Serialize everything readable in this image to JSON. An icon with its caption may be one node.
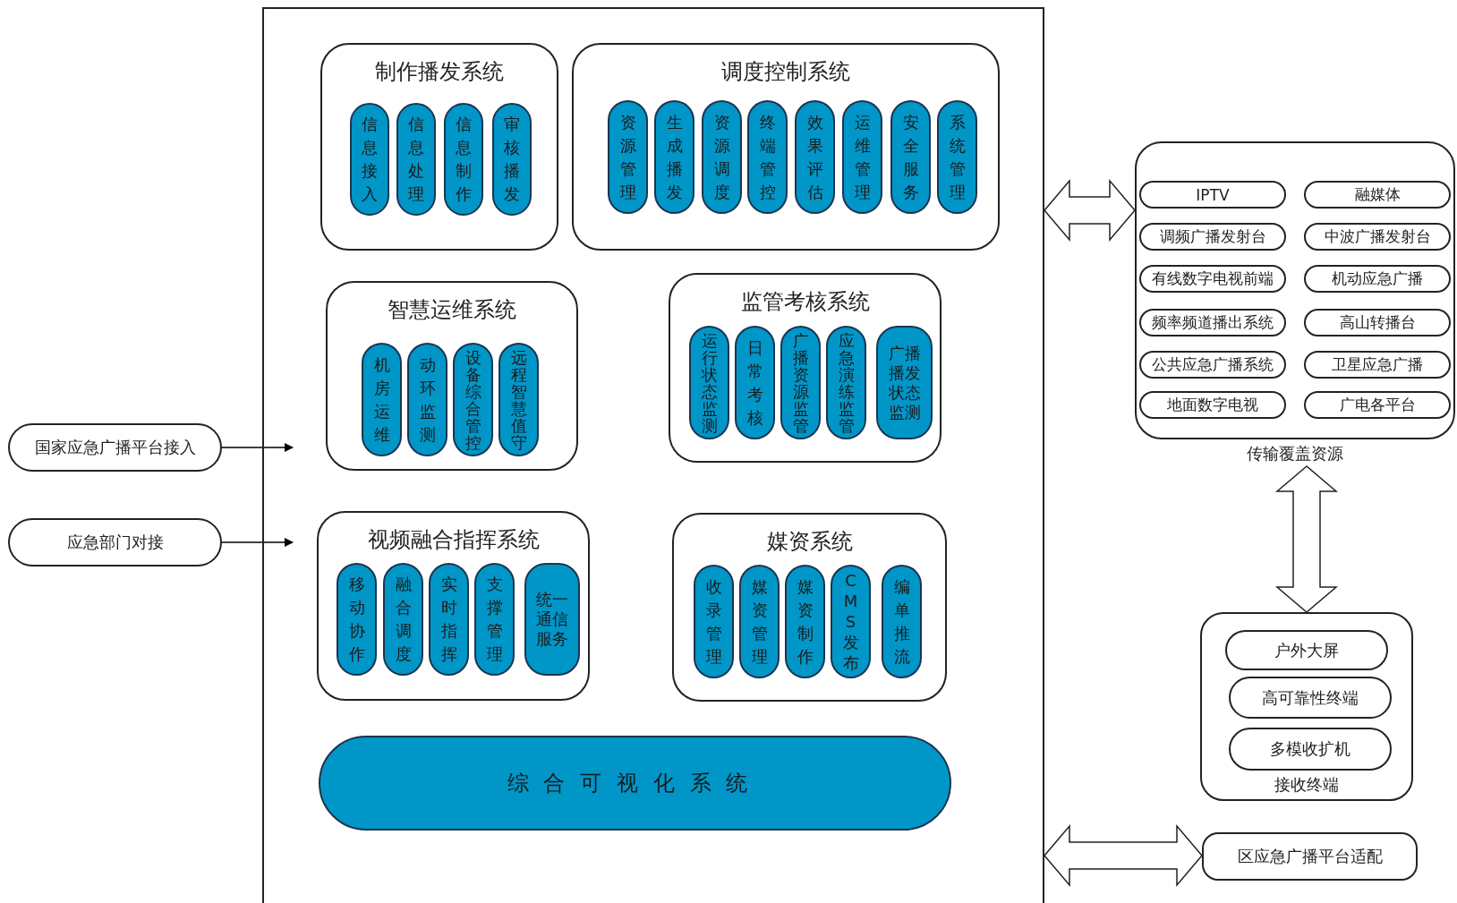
{
  "diagram": {
    "nodes": [
      {
        "text": [],
        "shape": "box"
      },
      {
        "text": [
          "制作播发系统"
        ],
        "in": 0
      },
      {
        "text": [
          "信息接入"
        ],
        "in": 1
      },
      {
        "text": [
          "信息处理"
        ],
        "in": 1
      },
      {
        "text": [
          "信息制作"
        ],
        "in": 1
      },
      {
        "text": [
          "审核播发"
        ],
        "in": 1
      },
      {
        "text": [
          "调度控制系统"
        ],
        "in": 0
      },
      {
        "text": [
          "资源管理"
        ],
        "in": 6
      },
      {
        "text": [
          "生成播发"
        ],
        "in": 6
      },
      {
        "text": [
          "资源调度"
        ],
        "in": 6
      },
      {
        "text": [
          "终端管控"
        ],
        "in": 6
      },
      {
        "text": [
          "效果评估"
        ],
        "in": 6
      },
      {
        "text": [
          "运维管理"
        ],
        "in": 6
      },
      {
        "text": [
          "安全服务"
        ],
        "in": 6
      },
      {
        "text": [
          "系统管理"
        ],
        "in": 6
      },
      {
        "text": [
          "智慧运维系统"
        ],
        "in": 0
      },
      {
        "text": [
          "机房运维"
        ],
        "in": 15
      },
      {
        "text": [
          "动环监测"
        ],
        "in": 15
      },
      {
        "text": [
          "设备综合管控"
        ],
        "in": 15
      },
      {
        "text": [
          "远程智慧值守"
        ],
        "in": 15
      },
      {
        "text": [
          "监管考核系统"
        ],
        "in": 0
      },
      {
        "text": [
          "运行状态监测"
        ],
        "in": 20
      },
      {
        "text": [
          "日常考核"
        ],
        "in": 20
      },
      {
        "text": [
          "广播资源监管"
        ],
        "in": 20
      },
      {
        "text": [
          "应急演练监管"
        ],
        "in": 20
      },
      {
        "text": [
          "广播播发状态监测"
        ],
        "in": 20
      },
      {
        "text": [
          "视频融合指挥系统"
        ],
        "in": 0
      },
      {
        "text": [
          "移动协作"
        ],
        "in": 26
      },
      {
        "text": [
          "融合调度"
        ],
        "in": 26
      },
      {
        "text": [
          "实时指挥"
        ],
        "in": 26
      },
      {
        "text": [
          "支撑管理"
        ],
        "in": 26
      },
      {
        "text": [
          "统一通信服务"
        ],
        "in": 26
      },
      {
        "text": [
          "媒资系统"
        ],
        "in": 0
      },
      {
        "text": [
          "收录管理"
        ],
        "in": 32
      },
      {
        "text": [
          "媒资管理"
        ],
        "in": 32
      },
      {
        "text": [
          "媒资制作"
        ],
        "in": 32
      },
      {
        "text": [
          "CMS发布"
        ],
        "in": 32
      },
      {
        "text": [
          "编单推流"
        ],
        "in": 32
      },
      {
        "text": [
          "综合可视化系统"
        ],
        "in": 0
      },
      {
        "text": [
          "国家应急广播平台接入"
        ]
      },
      {
        "text": [
          "应急部门对接"
        ]
      },
      {
        "text": [
          "传输覆盖资源"
        ]
      },
      {
        "text": [
          "IPTV"
        ],
        "in": 41
      },
      {
        "text": [
          "融媒体"
        ],
        "in": 41
      },
      {
        "text": [
          "调频广播发射台"
        ],
        "in": 41
      },
      {
        "text": [
          "中波广播发射台"
        ],
        "in": 41
      },
      {
        "text": [
          "有线数字电视前端"
        ],
        "in": 41
      },
      {
        "text": [
          "机动应急广播"
        ],
        "in": 41
      },
      {
        "text": [
          "频率频道播出系统"
        ],
        "in": 41
      },
      {
        "text": [
          "高山转播台"
        ],
        "in": 41
      },
      {
        "text": [
          "公共应急广播系统"
        ],
        "in": 41
      },
      {
        "text": [
          "卫星应急广播"
        ],
        "in": 41
      },
      {
        "text": [
          "地面数字电视"
        ],
        "in": 41
      },
      {
        "text": [
          "广电各平台"
        ],
        "in": 41
      },
      {
        "text": [
          "接收终端"
        ]
      },
      {
        "text": [
          "户外大屏"
        ],
        "in": 54
      },
      {
        "text": [
          "高可靠性终端"
        ],
        "in": 54
      },
      {
        "text": [
          "多模收扩机"
        ],
        "in": 54
      },
      {
        "text": [
          "区应急广播平台适配"
        ]
      }
    ],
    "edges": [
      {
        "from": 39,
        "to": 0,
        "arrow": "to"
      },
      {
        "from": 40,
        "to": 0,
        "arrow": "to"
      },
      {
        "from": 0,
        "to": 41,
        "arrow": "both"
      },
      {
        "from": 41,
        "to": 54,
        "arrow": "both"
      },
      {
        "from": 0,
        "to": 58,
        "arrow": "both"
      }
    ]
  }
}
